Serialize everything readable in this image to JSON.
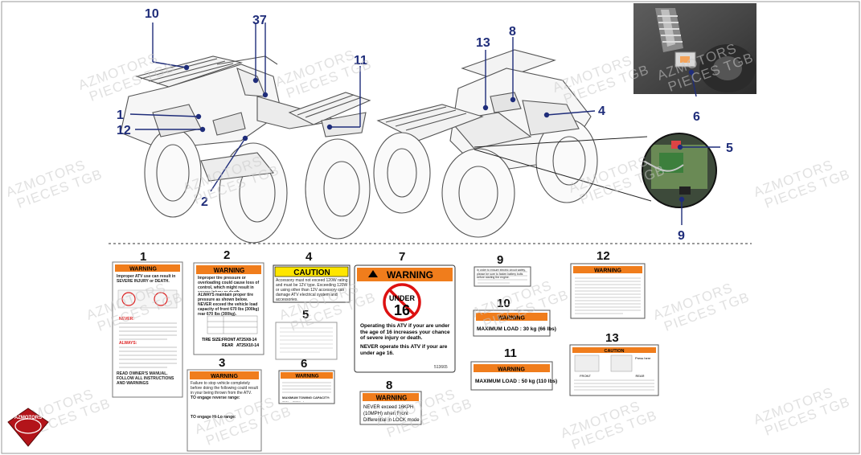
{
  "watermark": {
    "line1": "AZMOTORS",
    "line2": "PIECES TGB"
  },
  "logo_text": "AZMOTORS",
  "callouts": {
    "c10": "10",
    "c37": "37",
    "c11": "11",
    "c1": "1",
    "c12": "12",
    "c2": "2",
    "c13": "13",
    "c8": "8",
    "c4": "4",
    "c6": "6",
    "c5": "5",
    "c9": "9"
  },
  "labels": {
    "l1": {
      "num": "1",
      "header": "WARNING",
      "line1": "Improper ATV use can result in SEVERE INJURY or DEATH.",
      "never": "NEVER:",
      "always": "ALWAYS:",
      "footer": "READ OWNER'S MANUAL. FOLLOW ALL INSTRUCTIONS AND WARNINGS"
    },
    "l2": {
      "num": "2",
      "header": "WARNING",
      "text": "Improper tire pressure or overloading could cause loss of control, which might result in severe injury or death.",
      "always": "ALWAYS maintain proper tire pressure as shown below.",
      "never": "NEVER exceed the vehicle load capacity of front 670 lbs (300kg) rear 670 lbs (300kg).",
      "tire_label": "TIRE SIZE:",
      "front": "FRONT",
      "front_size": "AT25X8-14",
      "rear": "REAR",
      "rear_size": "AT25X10-14"
    },
    "l3": {
      "num": "3",
      "header": "WARNING",
      "text": "Failure to stop vehicle completely before doing the following could result in your being thrown from the ATV.",
      "engage_rev": "TO engage reverse range:",
      "engage_low": "TO engage Hi-Lo range:"
    },
    "l4": {
      "num": "4",
      "header": "CAUTION",
      "text": "Accessory must not exceed 120W rating and must be 12V type. Exceeding 120W or using other than 12V accessory can damage ATV electrical system and accessories."
    },
    "l5": {
      "num": "5"
    },
    "l6": {
      "num": "6",
      "header": "WARNING",
      "text": "MAXIMUM TOWING CAPACITY: 300kg (660lbs)"
    },
    "l7": {
      "num": "7",
      "header": "WARNING",
      "under": "UNDER",
      "age": "16",
      "text1": "Operating this ATV if your are under the age of 16 increases your chance of severe injury or death.",
      "text2": "NEVER operate this ATV if your are under age 16.",
      "code": "513665"
    },
    "l8": {
      "num": "8",
      "header": "WARNING",
      "line1": "NEVER exceed 16KPH",
      "line2": "(10MPH) when Front",
      "line3": "Differential in LOCK mode"
    },
    "l9": {
      "num": "9",
      "text": "In order to ensure electric circuit safety, please be sure to fasten battery bolts before starting the engine."
    },
    "l10": {
      "num": "10",
      "header": "WARNING",
      "text": "MAXIMUM LOAD : 30 kg (66 lbs)"
    },
    "l11": {
      "num": "11",
      "header": "WARNING",
      "text": "MAXIMUM LOAD : 50 kg (110 lbs)"
    },
    "l12": {
      "num": "12",
      "header": "WARNING"
    },
    "l13": {
      "num": "13",
      "header": "CAUTION",
      "front": "FRONT",
      "rear": "REAR",
      "press_here": "Press here"
    }
  }
}
